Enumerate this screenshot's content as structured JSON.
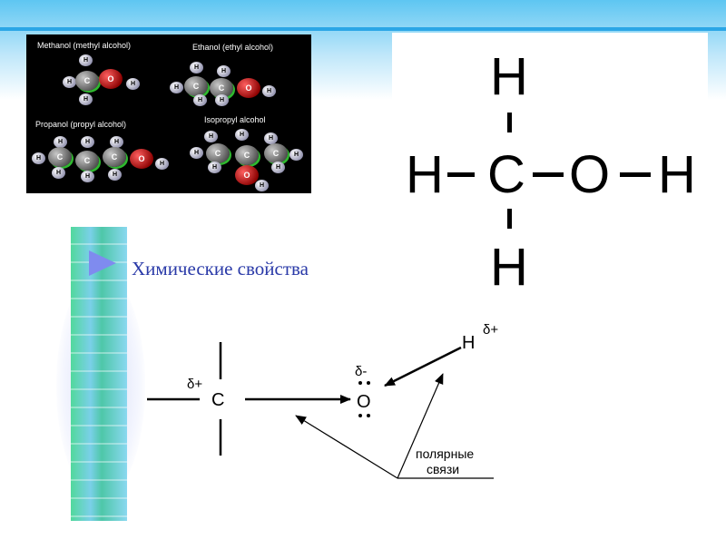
{
  "models": {
    "methanol": "Methanol  (methyl alcohol)",
    "ethanol": "Ethanol (ethyl alcohol)",
    "propanol": "Propanol (propyl alcohol)",
    "isopropyl": "Isopropyl alcohol",
    "atom_c": "C",
    "atom_o": "O",
    "atom_h": "H"
  },
  "formula": {
    "h_top": "H",
    "h_left": "H",
    "c": "C",
    "o": "O",
    "h_right": "H",
    "h_bottom": "H"
  },
  "section_title": "Химические свойства",
  "polarity": {
    "c": "C",
    "delta_plus_c": "δ+",
    "o": "O",
    "delta_minus_o": "δ-",
    "h": "H",
    "delta_plus_h": "δ+",
    "polar_label_line1": "полярные",
    "polar_label_line2": "связи"
  },
  "colors": {
    "accent_blue": "#2aa6e6",
    "title_blue": "#2a3aa8",
    "oxygen_red": "#c00000",
    "carbon_gray": "#808080"
  }
}
